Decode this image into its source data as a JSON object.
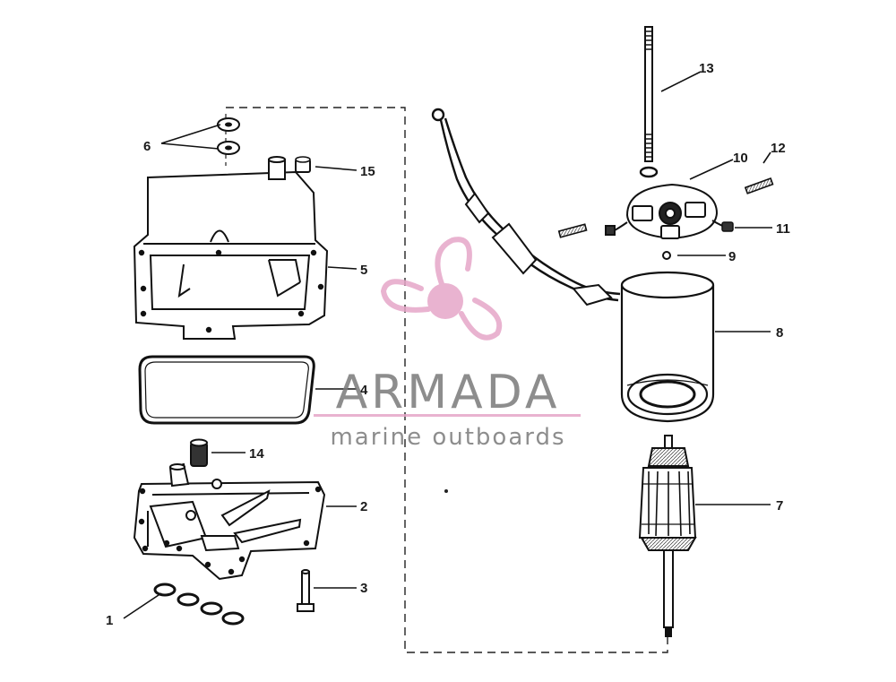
{
  "diagram": {
    "labels": [
      "1",
      "2",
      "3",
      "4",
      "5",
      "6",
      "7",
      "8",
      "9",
      "10",
      "11",
      "12",
      "13",
      "14",
      "15"
    ]
  },
  "watermark": {
    "brand": "ARMADA",
    "tagline": "marine outboards",
    "colors": {
      "logo": "#e6a6c8",
      "text": "#8a8a8a"
    }
  }
}
